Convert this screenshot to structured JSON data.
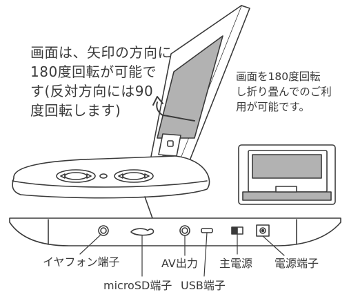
{
  "caption_left": {
    "lines": [
      "画面は、矢印の方向に",
      "180度回転が可能で",
      "す(反対方向には90",
      "度回転します)"
    ]
  },
  "caption_right": {
    "lines": [
      "画面を180度回転",
      "し折り畳んでのご利",
      "用が可能です。"
    ]
  },
  "port_labels": {
    "earphone": "イヤフォン端子",
    "microsd": "microSD端子",
    "av_out": "AV出力",
    "main_power": "主電源",
    "usb": "USB端子",
    "power_terminal": "電源端子"
  },
  "colors": {
    "outline": "#3a3a3a",
    "screen_fill": "#b2b2b2",
    "bezel_fill": "#ffffff"
  }
}
